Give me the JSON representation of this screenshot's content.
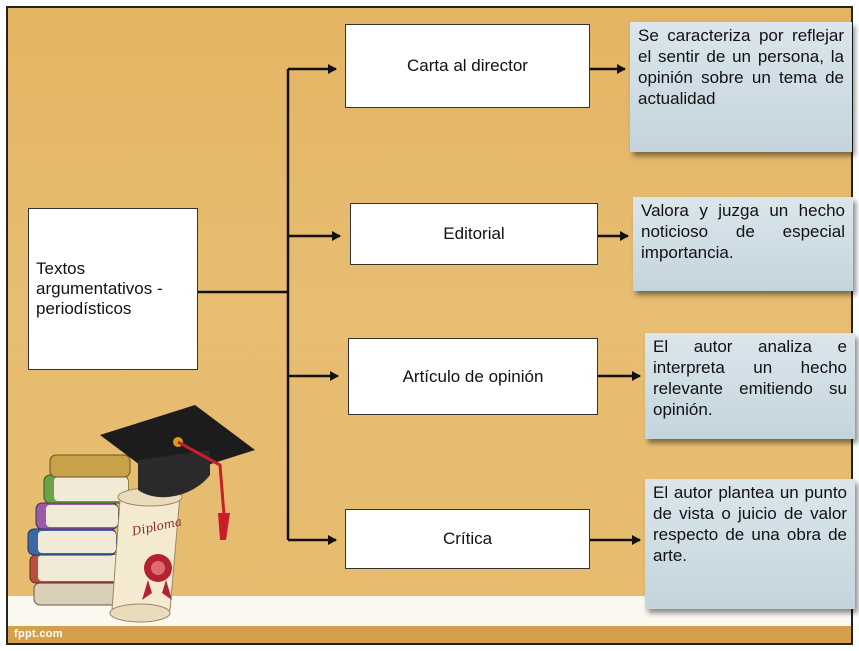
{
  "root": {
    "label": "Textos argumentativos - periodísticos"
  },
  "branches": [
    {
      "title": "Carta al director",
      "description": "Se caracteriza por reflejar el sentir de un persona, la opinión sobre un tema de actualidad"
    },
    {
      "title": "Editorial",
      "description": "Valora y juzga un hecho noticioso de especial importancia."
    },
    {
      "title": "Artículo de opinión",
      "description": "El autor analiza e interpreta un hecho relevante emitiendo su opinión."
    },
    {
      "title": "Crítica",
      "description": "El autor plantea un punto de vista o juicio de valor respecto de una obra de arte."
    }
  ],
  "footer": {
    "site_label": "fppt.com"
  },
  "decoration": {
    "diploma_label": "Diploma",
    "icon": "graduation-cap-books-diploma-icon"
  },
  "colors": {
    "background": "#e6bb6e",
    "card": "#c8d7e0",
    "line": "#111111"
  }
}
